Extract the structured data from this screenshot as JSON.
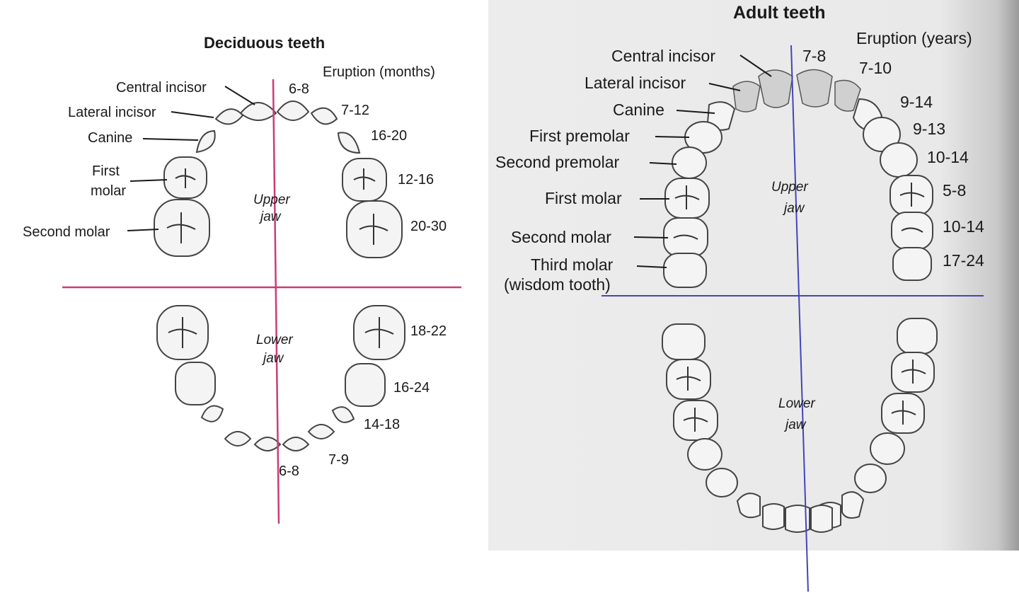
{
  "deciduous": {
    "title": "Deciduous teeth",
    "eruption_header": "Eruption (months)",
    "upper_jaw_label": [
      "Upper",
      "jaw"
    ],
    "lower_jaw_label": [
      "Lower",
      "jaw"
    ],
    "tooth_labels": {
      "central_incisor": "Central incisor",
      "lateral_incisor": "Lateral incisor",
      "canine": "Canine",
      "first_molar": [
        "First",
        "molar"
      ],
      "second_molar": "Second molar"
    },
    "upper_eruption": [
      "6-8",
      "7-12",
      "16-20",
      "12-16",
      "20-30"
    ],
    "lower_eruption": [
      "18-22",
      "16-24",
      "14-18",
      "7-9",
      "6-8"
    ],
    "axis_color": "#cc3b78"
  },
  "adult": {
    "title": "Adult teeth",
    "eruption_header": "Eruption (years)",
    "upper_jaw_label": [
      "Upper",
      "jaw"
    ],
    "lower_jaw_label": [
      "Lower",
      "jaw"
    ],
    "tooth_labels": {
      "central_incisor": "Central incisor",
      "lateral_incisor": "Lateral incisor",
      "canine": "Canine",
      "first_premolar": "First premolar",
      "second_premolar": "Second premolar",
      "first_molar": "First molar",
      "second_molar": "Second molar",
      "third_molar": [
        "Third molar",
        "(wisdom tooth)"
      ]
    },
    "upper_eruption": [
      "7-8",
      "7-10",
      "9-14",
      "9-13",
      "10-14",
      "5-8",
      "10-14",
      "17-24"
    ],
    "axis_color": "#4444bb"
  }
}
